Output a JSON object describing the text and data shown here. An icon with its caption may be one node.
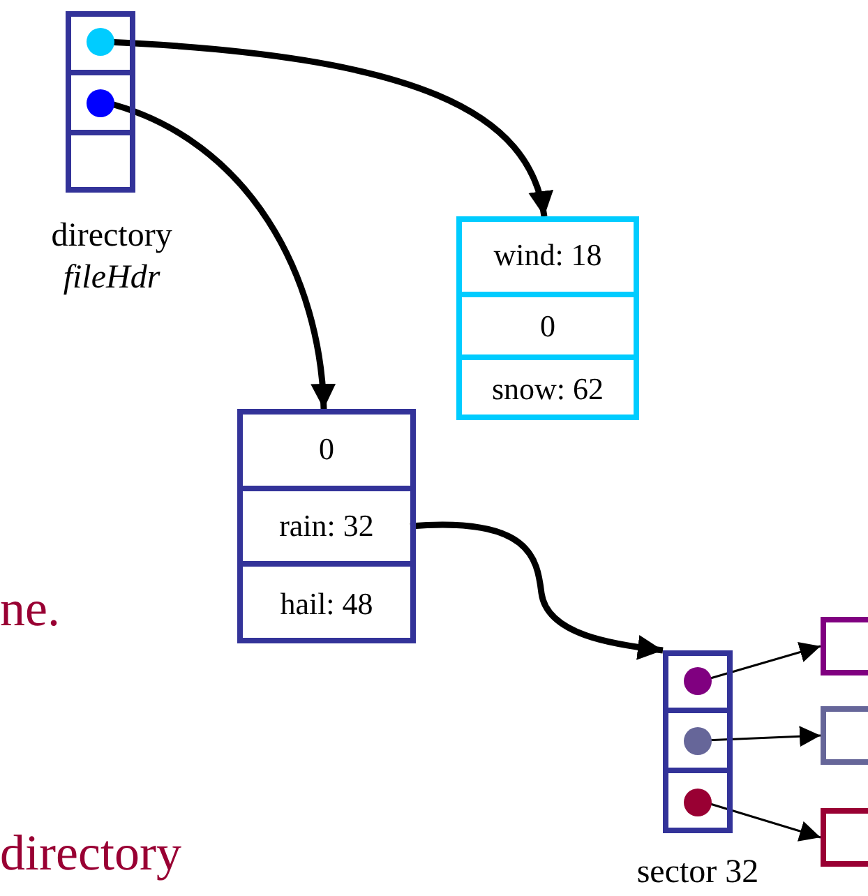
{
  "diagram": {
    "nodes": [
      {
        "text": [],
        "shape": "box",
        "beside": [
          "directory",
          "fileHdr"
        ]
      },
      {
        "text": [],
        "shape": "box",
        "in": 0
      },
      {
        "text": [],
        "shape": "box",
        "in": 0
      },
      {
        "text": [],
        "shape": "box",
        "in": 0
      },
      {
        "text": [],
        "shape": "box"
      },
      {
        "text": [
          "wind: 18"
        ],
        "in": 4
      },
      {
        "text": [
          "0"
        ],
        "in": 4
      },
      {
        "text": [
          "snow: 62"
        ],
        "in": 4
      },
      {
        "text": [],
        "shape": "box"
      },
      {
        "text": [
          "0"
        ],
        "in": 8
      },
      {
        "text": [
          "rain: 32"
        ],
        "in": 8
      },
      {
        "text": [
          "hail: 48"
        ],
        "in": 8
      },
      {
        "text": [],
        "shape": "box",
        "beside": [
          "sector 32"
        ]
      },
      {
        "text": [],
        "shape": "box",
        "in": 12
      },
      {
        "text": [],
        "shape": "box",
        "in": 12
      },
      {
        "text": [],
        "shape": "box",
        "in": 12
      },
      {
        "text": [],
        "shape": "box"
      },
      {
        "text": [],
        "shape": "box"
      },
      {
        "text": [],
        "shape": "box"
      }
    ],
    "edges": [
      {
        "from": 1,
        "to": 4,
        "arrow": "to",
        "style": "thick"
      },
      {
        "from": 2,
        "to": 8,
        "arrow": "to",
        "style": "thick"
      },
      {
        "from": 10,
        "to": 12,
        "arrow": "to",
        "style": "thick"
      },
      {
        "from": 13,
        "to": 16,
        "arrow": "to"
      },
      {
        "from": 14,
        "to": 17,
        "arrow": "to"
      },
      {
        "from": 15,
        "to": 18,
        "arrow": "to"
      }
    ],
    "labels": [
      "ne.",
      "directory"
    ]
  }
}
